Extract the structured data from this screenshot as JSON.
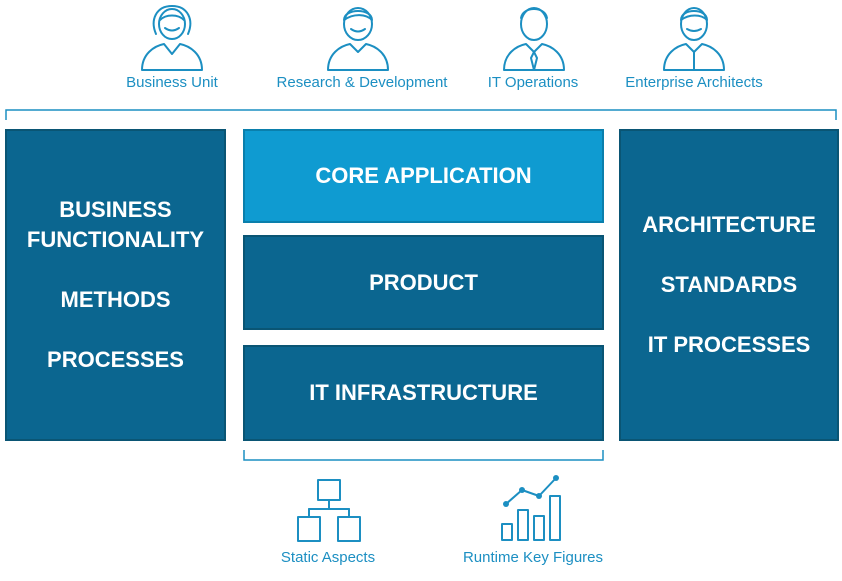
{
  "colors": {
    "accent": "#1c8fc2",
    "box_dark": "#0b6690",
    "box_core": "#0f9bd1"
  },
  "roles": [
    {
      "label": "Business Unit",
      "icon": "business-user-female-icon"
    },
    {
      "label": "Research & Development",
      "icon": "developer-user-icon"
    },
    {
      "label": "IT Operations",
      "icon": "operations-user-icon"
    },
    {
      "label": "Enterprise Architects",
      "icon": "architect-user-icon"
    }
  ],
  "left_box": {
    "lines": [
      "BUSINESS",
      "FUNCTIONALITY",
      "",
      "METHODS",
      "",
      "PROCESSES"
    ]
  },
  "center_boxes": {
    "core": "CORE APPLICATION",
    "product": "PRODUCT",
    "infrastructure": "IT INFRASTRUCTURE"
  },
  "right_box": {
    "lines": [
      "ARCHITECTURE",
      "",
      "STANDARDS",
      "",
      "IT PROCESSES"
    ]
  },
  "aspects": [
    {
      "label": "Static Aspects",
      "icon": "hierarchy-diagram-icon"
    },
    {
      "label": "Runtime Key Figures",
      "icon": "bar-line-chart-icon"
    }
  ]
}
